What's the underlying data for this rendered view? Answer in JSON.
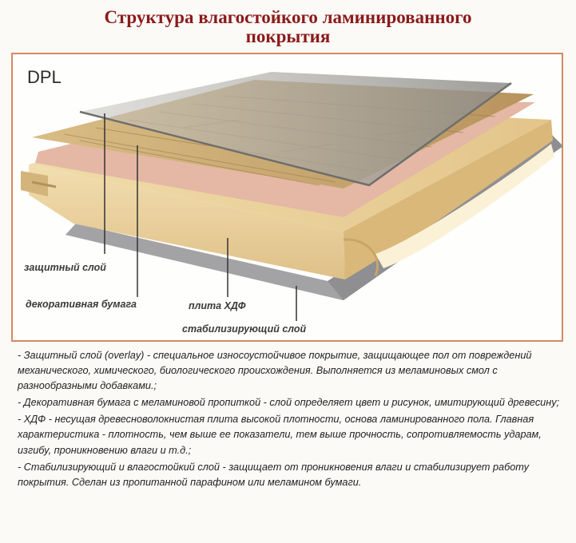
{
  "title": {
    "line1": "Структура влагостойкого ламинированного",
    "line2": "покрытия"
  },
  "diagram": {
    "type_label": "DPL",
    "labels": {
      "protective": "защитный слой",
      "decor": "декоративная бумага",
      "hdf": "плита ХДФ",
      "stabilizing": "стабилизирующий слой"
    }
  },
  "description": [
    "- Защитный слой (overlay) - специальное износоустойчивое покрытие, защищающее пол от повреждений механического, химического, биологического происхождения. Выполняется из меламиновых смол с разнообразными добавками.;",
    "- Декоративная бумага с меламиновой пропиткой - слой определяет цвет и рисунок, имитирующий древесину;",
    "- ХДФ - несущая древесноволокнистая плита высокой плотности, основа ламинированного пола. Главная характеристика - плотность, чем выше ее показатели, тем выше прочность, сопротивляемость ударам, изгибу, проникновению влаги и т.д.;",
    "- Стабилизирующий и влагостойкий слой - защищает от проникновения влаги и стабилизирует работу покрытия. Сделан из пропитанной парафином или меламином бумаги."
  ],
  "colors": {
    "title": "#8b1a1a",
    "frame_border": "#d58a5f",
    "overlay": "#9a9a98",
    "decor_paper": "#c9a977",
    "hdf": "#e8cf96",
    "stabilizing": "#8f8f92"
  }
}
